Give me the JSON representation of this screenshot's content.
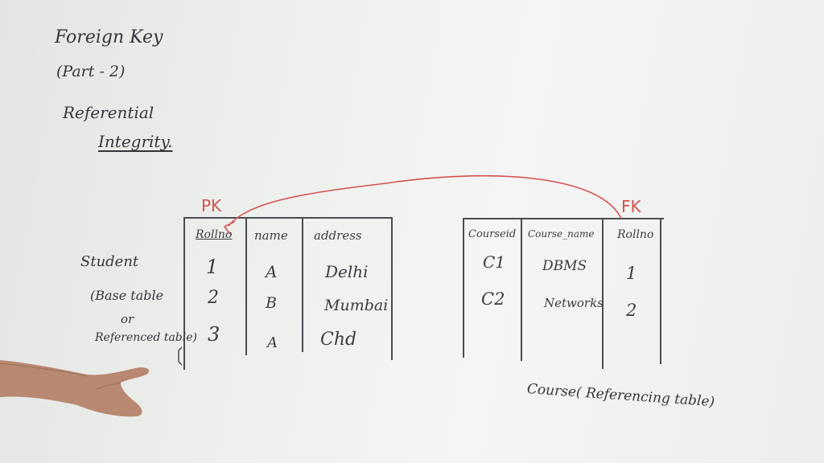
{
  "notes": {
    "title": "Foreign Key",
    "part": "(Part - 2)",
    "topic_line1": "Referential",
    "topic_line2": "Integrity."
  },
  "student_label": {
    "line1": "Student",
    "line2": "(Base table",
    "line3": "or",
    "line4": "Referenced table)"
  },
  "course_label": "Course( Referencing table)",
  "pk_label": "PK",
  "fk_label": "FK",
  "student_table": {
    "headers": [
      "Rollno",
      "name",
      "address"
    ],
    "rows": [
      [
        "1",
        "A",
        "Delhi"
      ],
      [
        "2",
        "B",
        "Mumbai"
      ],
      [
        "3",
        "A",
        "Chd"
      ]
    ]
  },
  "course_table": {
    "headers": [
      "Courseid",
      "Course_name",
      "Rollno"
    ],
    "rows": [
      [
        "C1",
        "DBMS",
        "1"
      ],
      [
        "C2",
        "Networks",
        "2"
      ]
    ]
  },
  "colors": {
    "ink": "#34363a",
    "marker_red": "#d5534f",
    "board": "#eef0ee",
    "skin": "#b98870"
  }
}
